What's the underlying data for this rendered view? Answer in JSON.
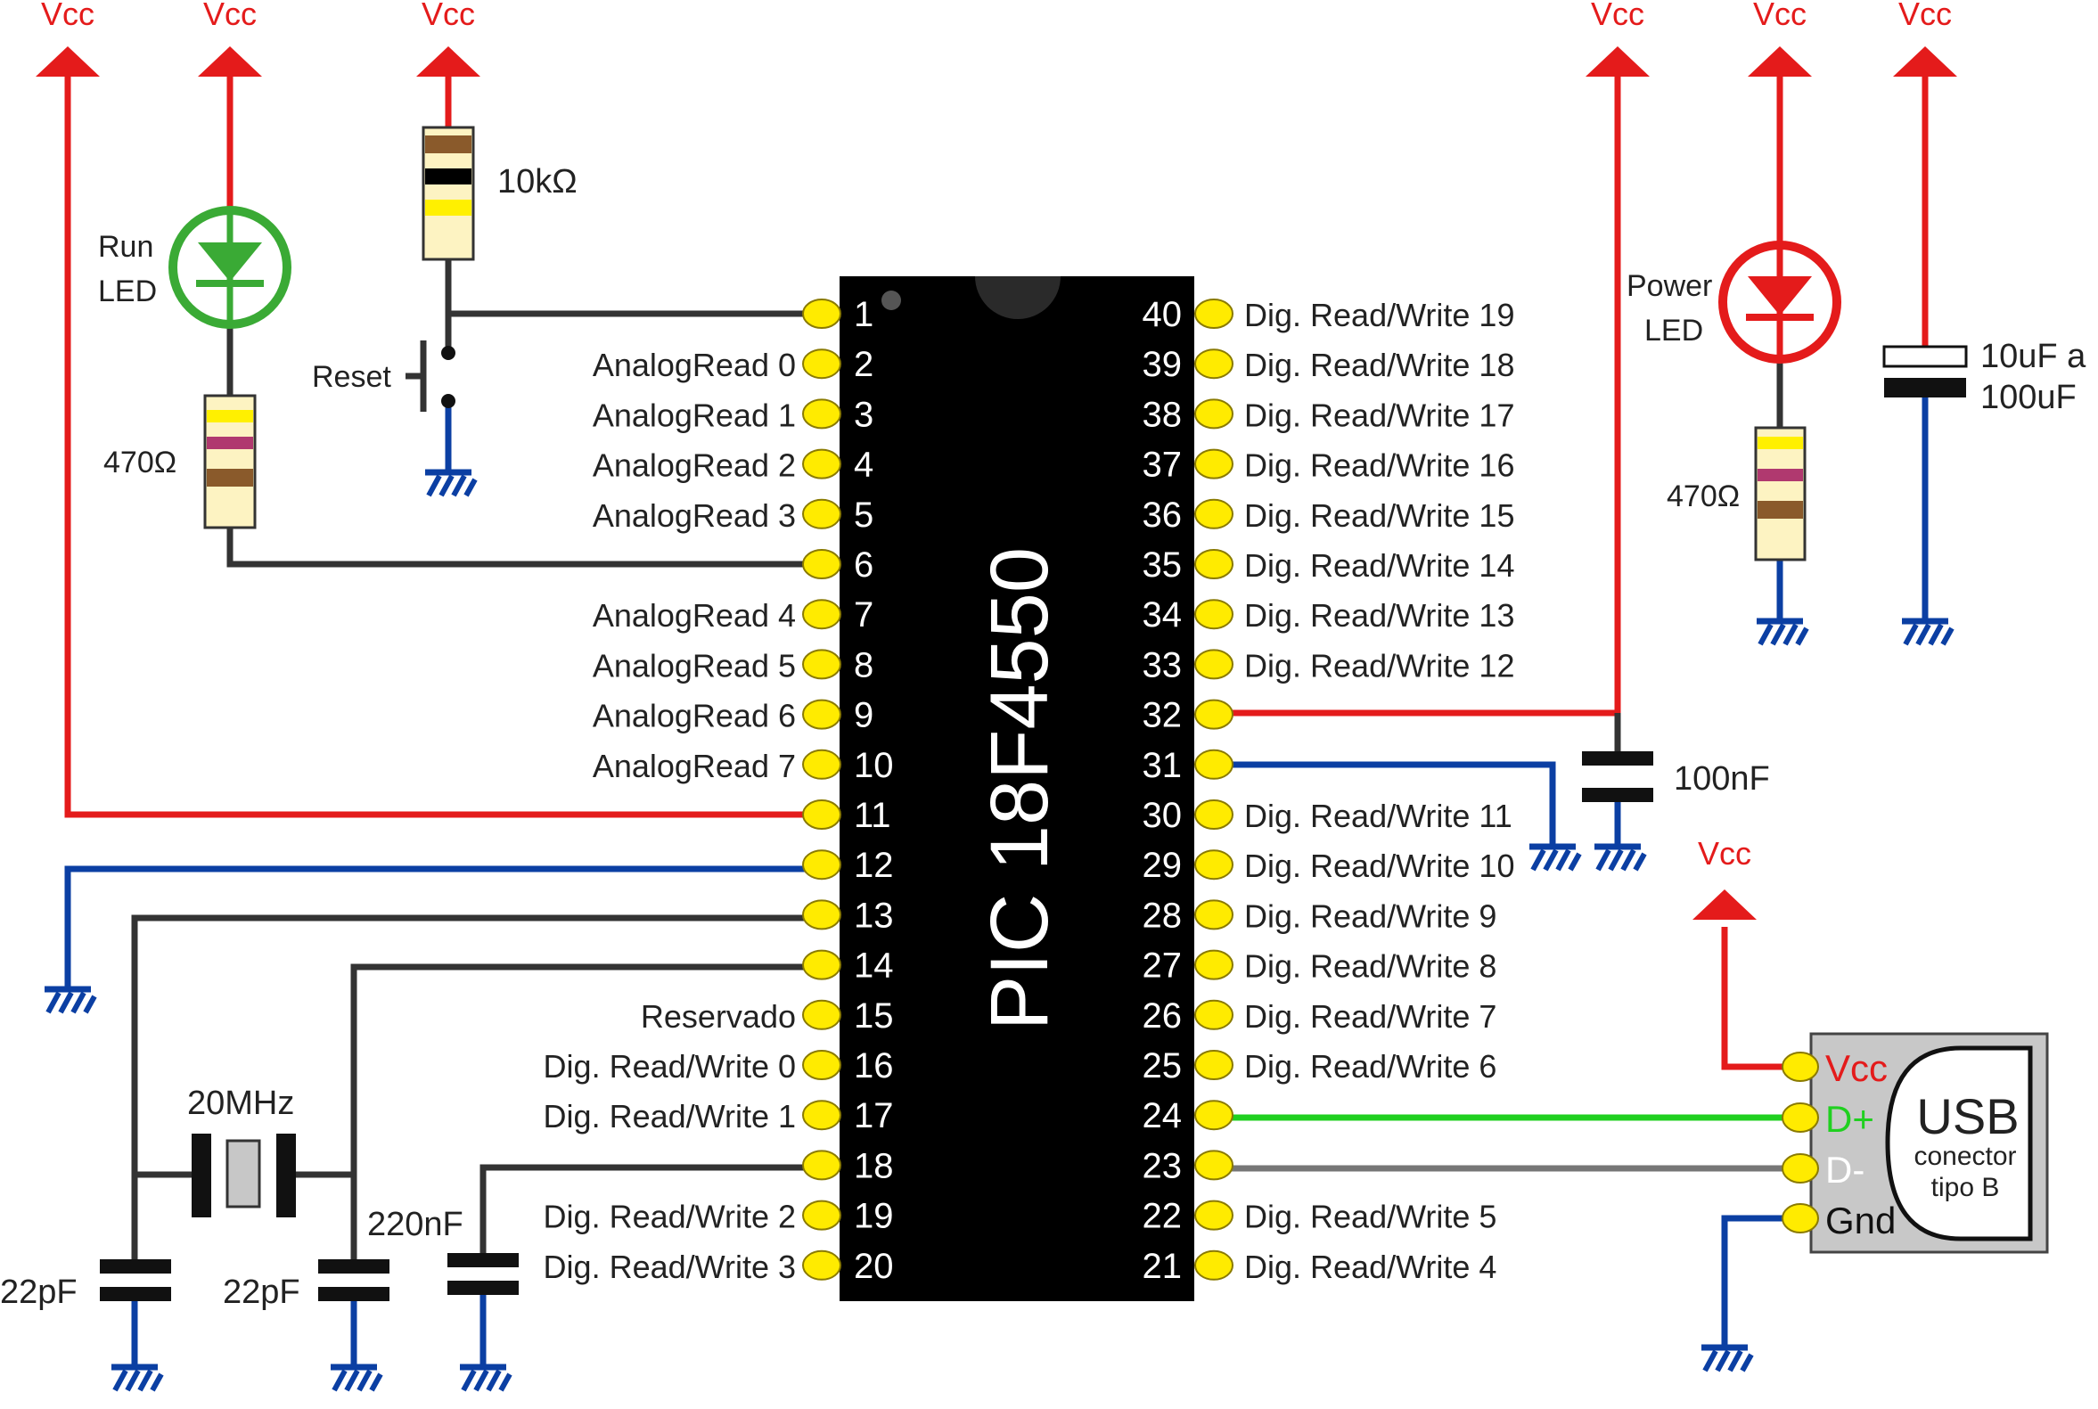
{
  "chip": {
    "name": "PIC 18F4550",
    "left_pins": [
      {
        "num": "1",
        "label": ""
      },
      {
        "num": "2",
        "label": "AnalogRead 0"
      },
      {
        "num": "3",
        "label": "AnalogRead 1"
      },
      {
        "num": "4",
        "label": "AnalogRead 2"
      },
      {
        "num": "5",
        "label": "AnalogRead 3"
      },
      {
        "num": "6",
        "label": ""
      },
      {
        "num": "7",
        "label": "AnalogRead 4"
      },
      {
        "num": "8",
        "label": "AnalogRead 5"
      },
      {
        "num": "9",
        "label": "AnalogRead 6"
      },
      {
        "num": "10",
        "label": "AnalogRead 7"
      },
      {
        "num": "11",
        "label": ""
      },
      {
        "num": "12",
        "label": ""
      },
      {
        "num": "13",
        "label": ""
      },
      {
        "num": "14",
        "label": ""
      },
      {
        "num": "15",
        "label": "Reservado"
      },
      {
        "num": "16",
        "label": "Dig. Read/Write 0"
      },
      {
        "num": "17",
        "label": "Dig. Read/Write 1"
      },
      {
        "num": "18",
        "label": ""
      },
      {
        "num": "19",
        "label": "Dig. Read/Write 2"
      },
      {
        "num": "20",
        "label": "Dig. Read/Write 3"
      }
    ],
    "right_pins": [
      {
        "num": "40",
        "label": "Dig. Read/Write 19"
      },
      {
        "num": "39",
        "label": "Dig. Read/Write 18"
      },
      {
        "num": "38",
        "label": "Dig. Read/Write 17"
      },
      {
        "num": "37",
        "label": "Dig. Read/Write 16"
      },
      {
        "num": "36",
        "label": "Dig. Read/Write 15"
      },
      {
        "num": "35",
        "label": "Dig. Read/Write 14"
      },
      {
        "num": "34",
        "label": "Dig. Read/Write 13"
      },
      {
        "num": "33",
        "label": "Dig. Read/Write 12"
      },
      {
        "num": "32",
        "label": ""
      },
      {
        "num": "31",
        "label": ""
      },
      {
        "num": "30",
        "label": "Dig. Read/Write 11"
      },
      {
        "num": "29",
        "label": "Dig. Read/Write 10"
      },
      {
        "num": "28",
        "label": "Dig. Read/Write 9"
      },
      {
        "num": "27",
        "label": "Dig. Read/Write 8"
      },
      {
        "num": "26",
        "label": "Dig. Read/Write 7"
      },
      {
        "num": "25",
        "label": "Dig. Read/Write 6"
      },
      {
        "num": "24",
        "label": ""
      },
      {
        "num": "23",
        "label": ""
      },
      {
        "num": "22",
        "label": "Dig. Read/Write 5"
      },
      {
        "num": "21",
        "label": "Dig. Read/Write 4"
      }
    ]
  },
  "labels": {
    "vcc": "Vcc",
    "run_led_line1": "Run",
    "run_led_line2": "LED",
    "power_led_line1": "Power",
    "power_led_line2": "LED",
    "r_run": "470Ω",
    "r_power": "470Ω",
    "r_reset": "10kΩ",
    "reset": "Reset",
    "cap_bulk_line1": "10uF a",
    "cap_bulk_line2": "100uF",
    "cap_100n": "100nF",
    "crystal": "20MHz",
    "cap_22p_left": "22pF",
    "cap_22p_right": "22pF",
    "cap_220n": "220nF"
  },
  "usb": {
    "title": "USB",
    "sub1": "conector",
    "sub2": "tipo B",
    "pin_vcc": "Vcc",
    "pin_dplus": "D+",
    "pin_dminus": "D-",
    "pin_gnd": "Gnd"
  },
  "colors": {
    "vcc_red": "#e41b1b",
    "ground_blue": "#0b3fa3",
    "dplus_green": "#20d020",
    "dminus_gray": "#777777",
    "pin_yellow": "#ffeb00",
    "chip_black": "#000000",
    "run_led_green": "#3aaa35",
    "power_led_red": "#e41b1b"
  }
}
